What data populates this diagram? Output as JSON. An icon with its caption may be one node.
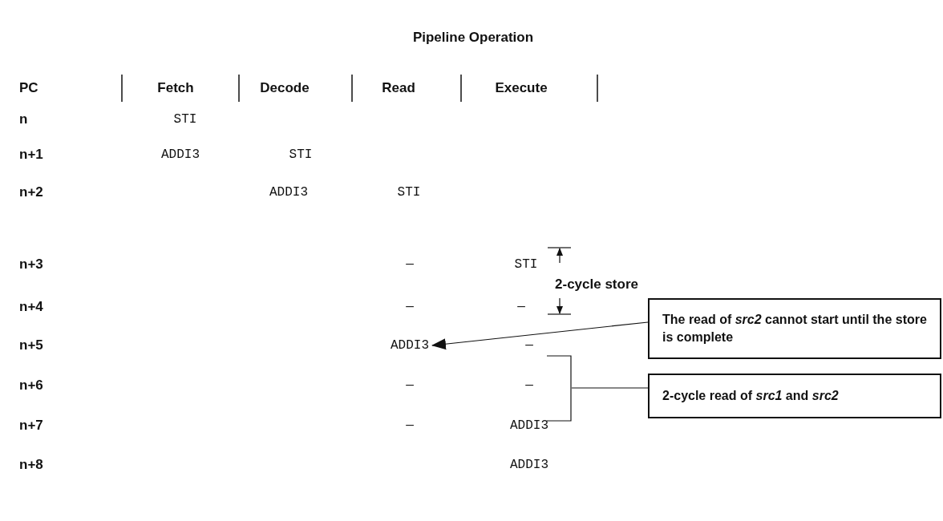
{
  "diagram": {
    "title": "Pipeline Operation",
    "nodes": [
      {
        "text": [
          "The read of *src2* cannot start until the store is complete"
        ]
      },
      {
        "text": [
          "ADDI3"
        ]
      },
      {
        "text": [],
        "shape": "bracket"
      },
      {
        "text": [
          "2-cycle read of *src1* and *src2*"
        ]
      }
    ],
    "edges": [
      {
        "from": 0,
        "to": 1,
        "arrow": "to"
      },
      {
        "from": 3,
        "to": 2,
        "arrow": "none"
      }
    ],
    "labels": [
      "PC",
      "Fetch",
      "Decode",
      "Read",
      "Execute",
      "n",
      "STI",
      "n+1",
      "ADDI3",
      "STI",
      "n+2",
      "ADDI3",
      "STI",
      "n+3",
      "—",
      "STI",
      "2-cycle store",
      "n+4",
      "—",
      "—",
      "n+5",
      "—",
      "n+6",
      "—",
      "—",
      "n+7",
      "—",
      "ADDI3",
      "n+8",
      "ADDI3"
    ]
  }
}
